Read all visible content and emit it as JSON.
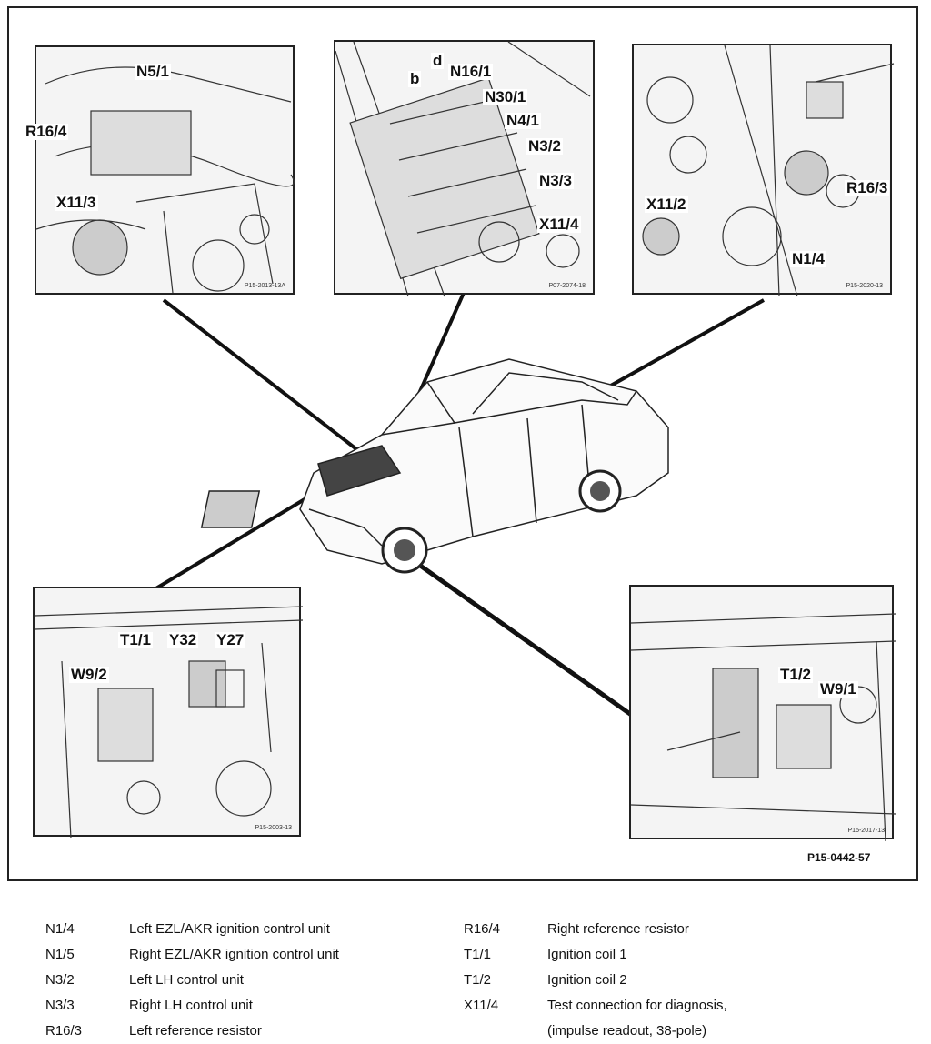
{
  "figure_id": "P15-0442-57",
  "panels": {
    "top_left": {
      "labels": [
        "N5/1",
        "R16/4",
        "X11/3"
      ],
      "code": "P15-2013-13A"
    },
    "top_center": {
      "labels": [
        "b",
        "d",
        "N16/1",
        "N30/1",
        "N4/1",
        "N3/2",
        "N3/3",
        "X11/4"
      ],
      "code": "P07-2074-18"
    },
    "top_right": {
      "labels": [
        "R16/3",
        "X11/2",
        "N1/4"
      ],
      "code": "P15-2020-13"
    },
    "bottom_left": {
      "labels": [
        "T1/1",
        "Y32",
        "Y27",
        "W9/2"
      ],
      "code": "P15-2003-13"
    },
    "bottom_right": {
      "labels": [
        "T1/2",
        "W9/1"
      ],
      "code": "P15-2017-13"
    }
  },
  "legend": {
    "left": [
      {
        "code": "N1/4",
        "desc": "Left EZL/AKR ignition control unit"
      },
      {
        "code": "N1/5",
        "desc": "Right EZL/AKR ignition control unit"
      },
      {
        "code": "N3/2",
        "desc": "Left LH control unit"
      },
      {
        "code": "N3/3",
        "desc": "Right LH control unit"
      },
      {
        "code": "R16/3",
        "desc": "Left reference resistor"
      }
    ],
    "right": [
      {
        "code": "R16/4",
        "desc": "Right reference resistor"
      },
      {
        "code": "T1/1",
        "desc": "Ignition coil 1"
      },
      {
        "code": "T1/2",
        "desc": "Ignition coil 2"
      },
      {
        "code": "X11/4",
        "desc": "Test connection for diagnosis,"
      },
      {
        "code": "",
        "desc": "(impulse readout, 38-pole)"
      }
    ]
  }
}
